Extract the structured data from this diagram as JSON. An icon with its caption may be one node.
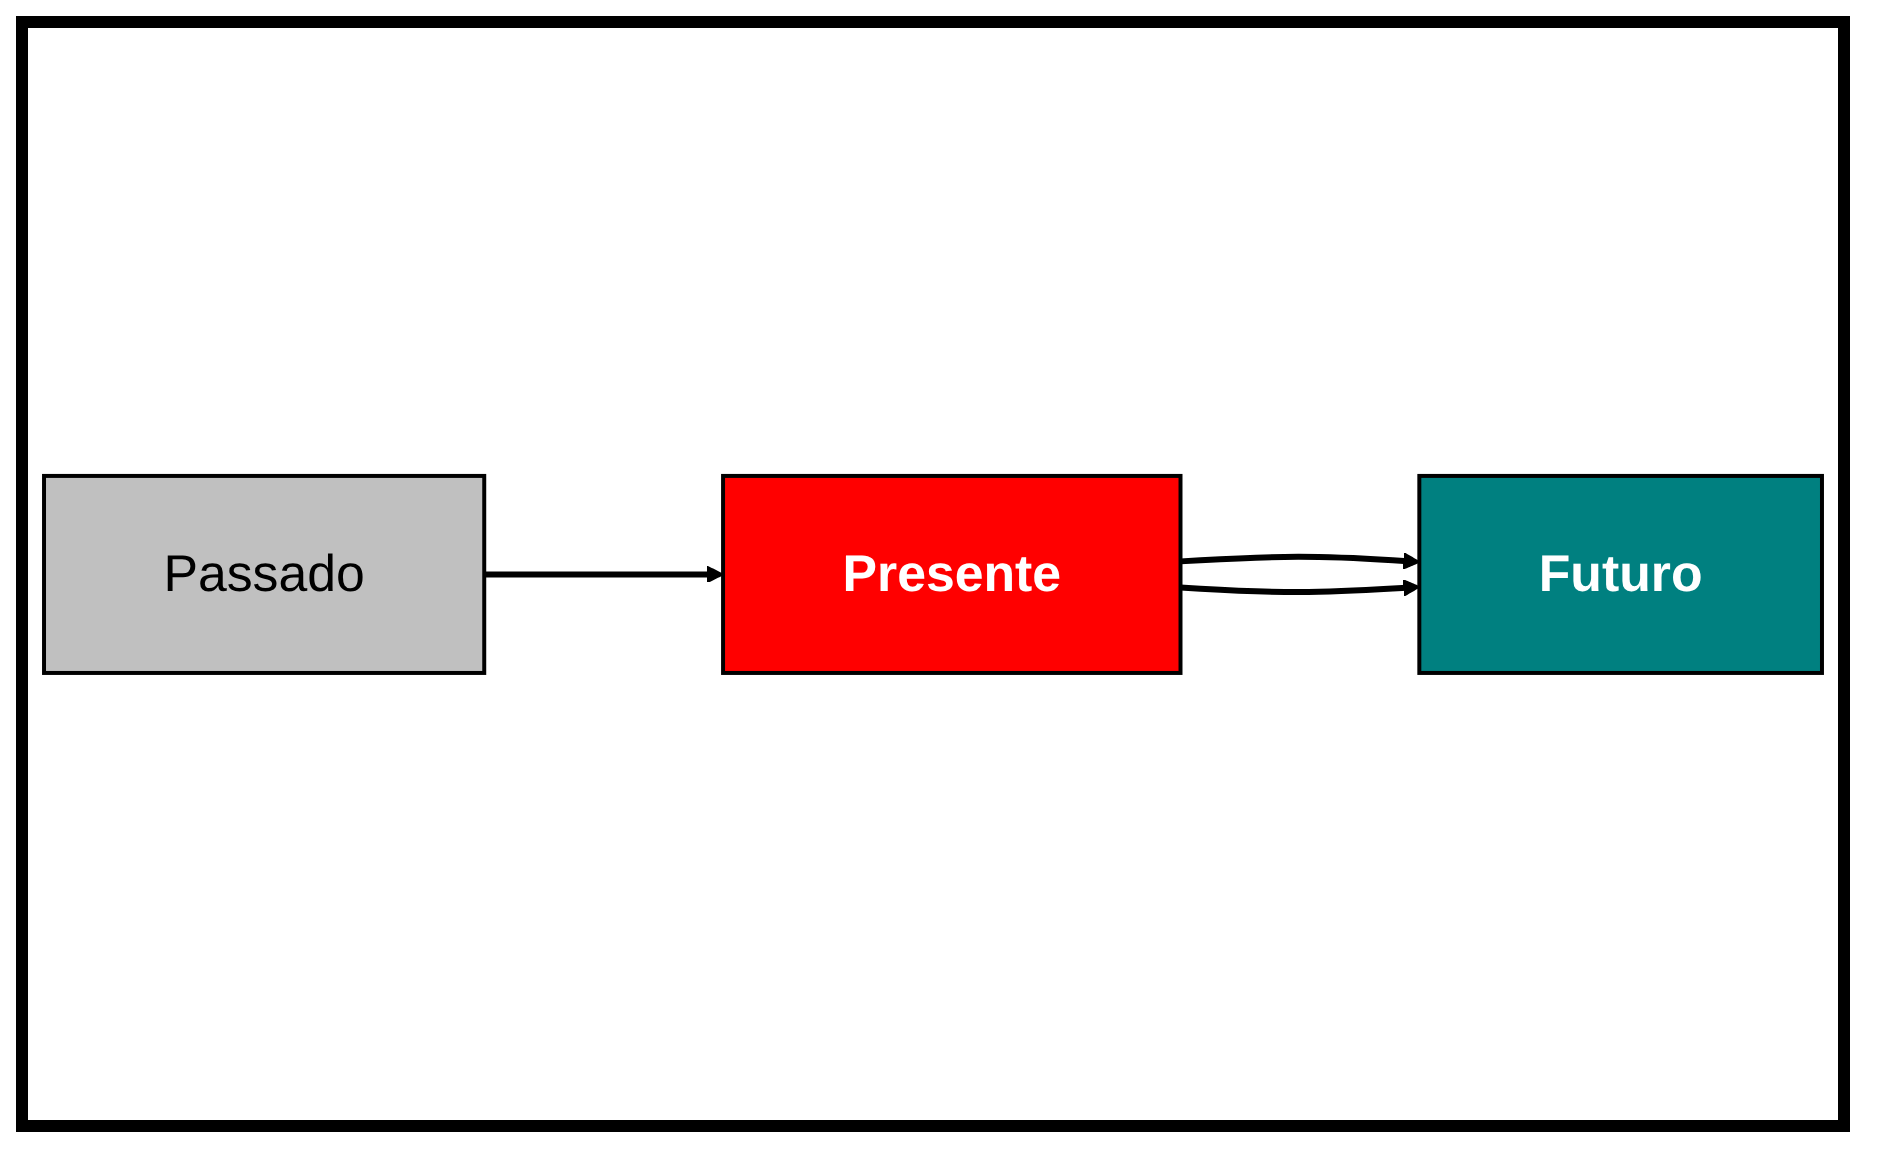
{
  "diagram": {
    "nodes": [
      {
        "text": [
          "Passado"
        ]
      },
      {
        "text": [
          "Presente"
        ]
      },
      {
        "text": [
          "Futuro"
        ]
      }
    ],
    "edges": [
      {
        "from": 0,
        "to": 1,
        "arrow": "to"
      },
      {
        "from": 1,
        "to": 2,
        "arrow": "to"
      },
      {
        "from": 1,
        "to": 2,
        "arrow": "to"
      }
    ]
  }
}
